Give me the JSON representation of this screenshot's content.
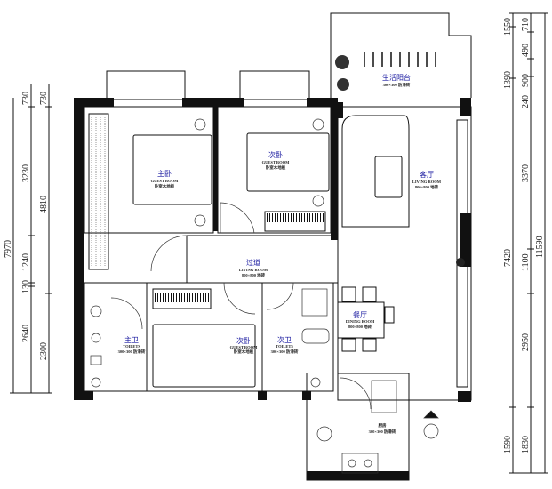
{
  "dimensions": {
    "left_outer": [
      "7970"
    ],
    "left_middle": [
      "730",
      "3230",
      "1240",
      "130",
      "2640"
    ],
    "left_inner": [
      "730",
      "4810",
      "2300"
    ],
    "right_outer": [
      "1550",
      "1390",
      "7420",
      "1590"
    ],
    "right_middle": [
      "710",
      "490",
      "900",
      "240",
      "3370",
      "1100",
      "2950",
      "1830"
    ],
    "right_total": [
      "11590"
    ]
  },
  "rooms": {
    "master_bedroom": {
      "name": "主卧",
      "sub": "GUEST ROOM",
      "note": "卧室木地板"
    },
    "second_bedroom": {
      "name": "次卧",
      "sub": "GUEST ROOM",
      "note": "卧室木地板"
    },
    "third_bedroom": {
      "name": "次卧",
      "sub": "GUEST ROOM",
      "note": "卧室木地板"
    },
    "corridor": {
      "name": "过道",
      "sub": "LIVING ROOM",
      "note": "800×800 地砖"
    },
    "balcony": {
      "name": "生活阳台",
      "note": "300×300 防滑砖"
    },
    "living_room": {
      "name": "客厅",
      "sub": "LIVING ROOM",
      "note": "800×800 地砖"
    },
    "dining_room": {
      "name": "餐厅",
      "sub": "DINING ROOM",
      "note": "800×800 地砖"
    },
    "master_bath": {
      "name": "主卫",
      "sub": "TOILETS",
      "note": "300×300 防滑砖"
    },
    "second_bath": {
      "name": "次卫",
      "sub": "TOILETS",
      "note": "300×300 防滑砖"
    },
    "kitchen": {
      "name": "厨房",
      "note": "300×300 防滑砖"
    }
  }
}
